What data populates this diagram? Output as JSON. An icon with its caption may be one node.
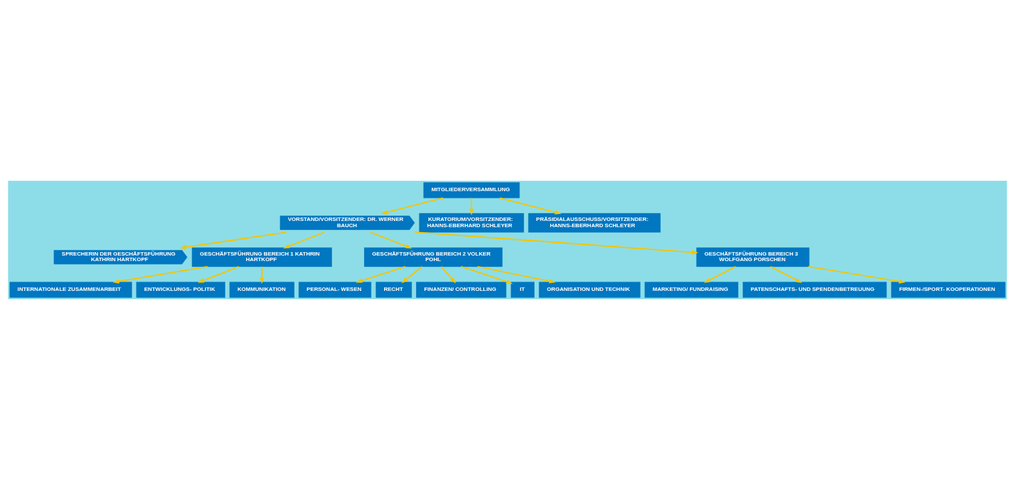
{
  "diagram": {
    "nodes": [
      {
        "text": [
          "MITGLIEDERVERSAMMLUNG"
        ]
      },
      {
        "text": [
          "VORSTAND/VORSITZENDER: DR. WERNER BAUCH"
        ]
      },
      {
        "text": [
          "KURATORIUM/VORSITZENDER: HANNS-EBERHARD SCHLEYER"
        ]
      },
      {
        "text": [
          "PRÄSIDIALAUSSCHUSS/VORSITZENDER: HANNS-EBERHARD SCHLEYER"
        ]
      },
      {
        "text": [
          "SPRECHERIN DER GESCHÄFTSFÜHRUNG KATHRIN HARTKOPF"
        ]
      },
      {
        "text": [
          "GESCHÄFTSFÜHRUNG BEREICH 1 KATHRIN HARTKOPF"
        ]
      },
      {
        "text": [
          "GESCHÄFTSFÜHRUNG BEREICH 2 VOLKER POHL"
        ]
      },
      {
        "text": [
          "GESCHÄFTSFÜHRUNG BEREICH 3 WOLFGANG PORSCHEN"
        ]
      },
      {
        "text": [
          "INTERNATIONALE ZUSAMMENARBEIT"
        ]
      },
      {
        "text": [
          "ENTWICKLUNGS- POLITIK"
        ]
      },
      {
        "text": [
          "KOMMUNIKATION"
        ]
      },
      {
        "text": [
          "PERSONAL- WESEN"
        ]
      },
      {
        "text": [
          "RECHT"
        ]
      },
      {
        "text": [
          "FINANZEN/ CONTROLLING"
        ]
      },
      {
        "text": [
          "IT"
        ]
      },
      {
        "text": [
          "ORGANISATION UND TECHNIK"
        ]
      },
      {
        "text": [
          "MARKETING/ FUNDRAISING"
        ]
      },
      {
        "text": [
          "PATENSCHAFTS- UND SPENDENBETREUUNG"
        ]
      },
      {
        "text": [
          "FIRMEN-/SPORT- KOOPERATIONEN"
        ]
      }
    ],
    "edges": [
      {
        "from": 0,
        "to": 1,
        "arrow": "to"
      },
      {
        "from": 0,
        "to": 2,
        "arrow": "to"
      },
      {
        "from": 0,
        "to": 3,
        "arrow": "to"
      },
      {
        "from": 1,
        "to": 4,
        "arrow": "to"
      },
      {
        "from": 1,
        "to": 5,
        "arrow": "to"
      },
      {
        "from": 1,
        "to": 6,
        "arrow": "to"
      },
      {
        "from": 1,
        "to": 7,
        "arrow": "to"
      },
      {
        "from": 5,
        "to": 8,
        "arrow": "to"
      },
      {
        "from": 5,
        "to": 9,
        "arrow": "to"
      },
      {
        "from": 5,
        "to": 10,
        "arrow": "to"
      },
      {
        "from": 6,
        "to": 11,
        "arrow": "to"
      },
      {
        "from": 6,
        "to": 12,
        "arrow": "to"
      },
      {
        "from": 6,
        "to": 13,
        "arrow": "to"
      },
      {
        "from": 6,
        "to": 14,
        "arrow": "to"
      },
      {
        "from": 6,
        "to": 15,
        "arrow": "to"
      },
      {
        "from": 7,
        "to": 16,
        "arrow": "to"
      },
      {
        "from": 7,
        "to": 17,
        "arrow": "to"
      },
      {
        "from": 7,
        "to": 18,
        "arrow": "to"
      }
    ]
  }
}
